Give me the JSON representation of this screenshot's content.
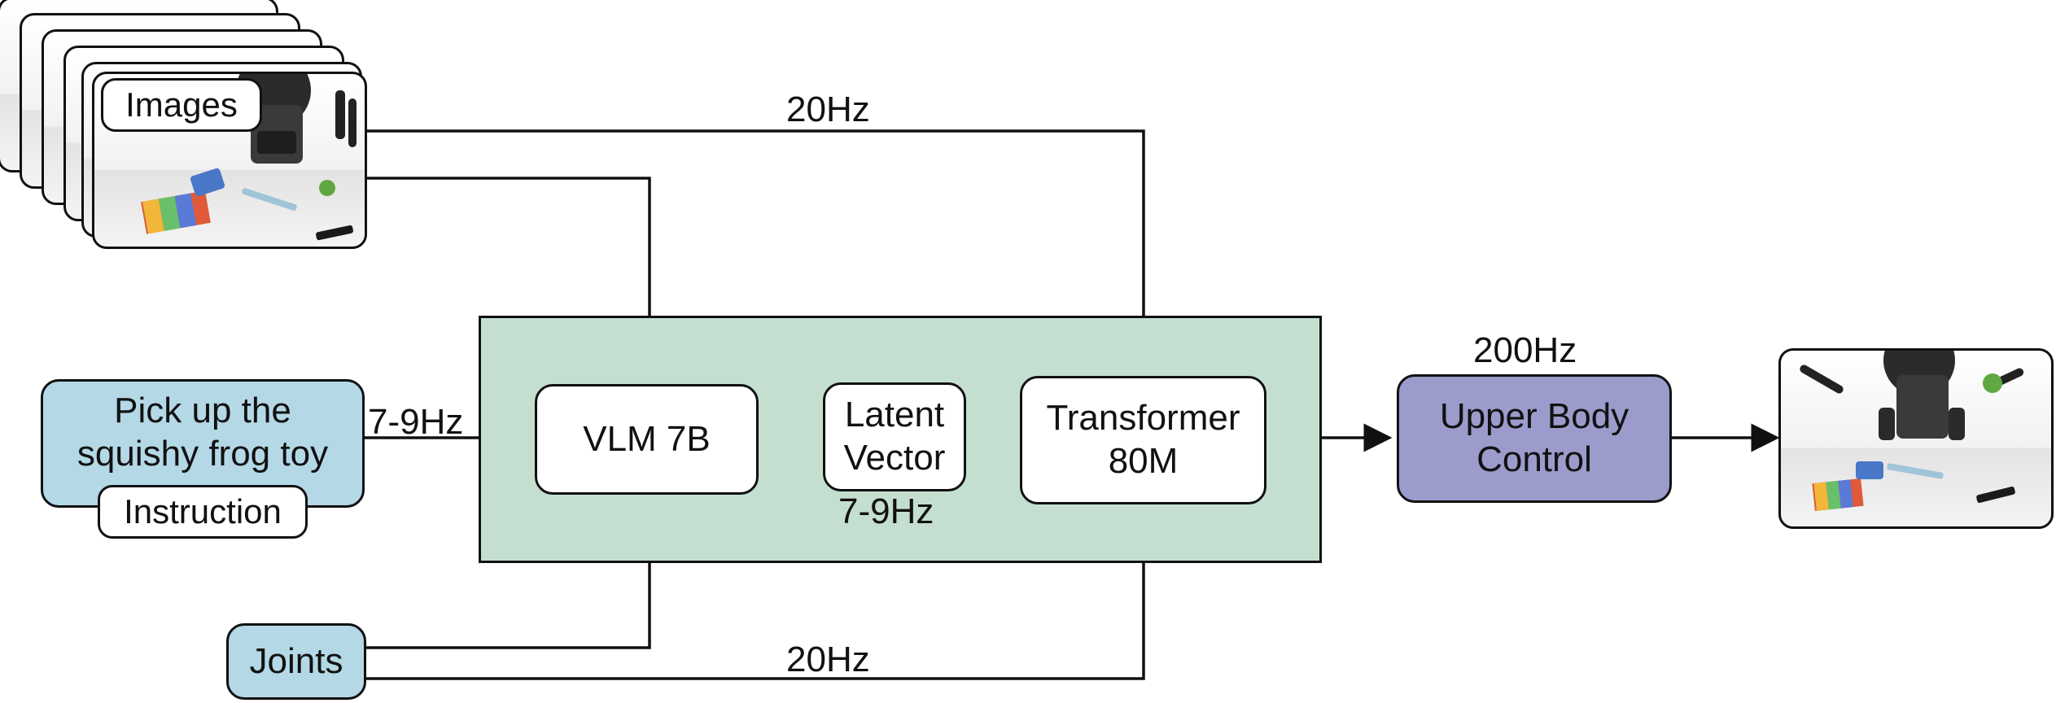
{
  "inputs": {
    "images_label": "Images",
    "instruction_text": "Pick up the squishy frog toy",
    "instruction_label": "Instruction",
    "joints_label": "Joints"
  },
  "modules": {
    "vlm": "VLM 7B",
    "latent": "Latent Vector",
    "transformer": "Transformer 80M",
    "control": "Upper Body Control"
  },
  "rates": {
    "images_to_transformer": "20Hz",
    "instruction_to_vlm": "7-9Hz",
    "latent": "7-9Hz",
    "control": "200Hz",
    "joints_to_transformer": "20Hz"
  },
  "colors": {
    "input_blue": "#b4d8e6",
    "system_green": "#c4dfd0",
    "control_purple": "#9b9bcc"
  }
}
